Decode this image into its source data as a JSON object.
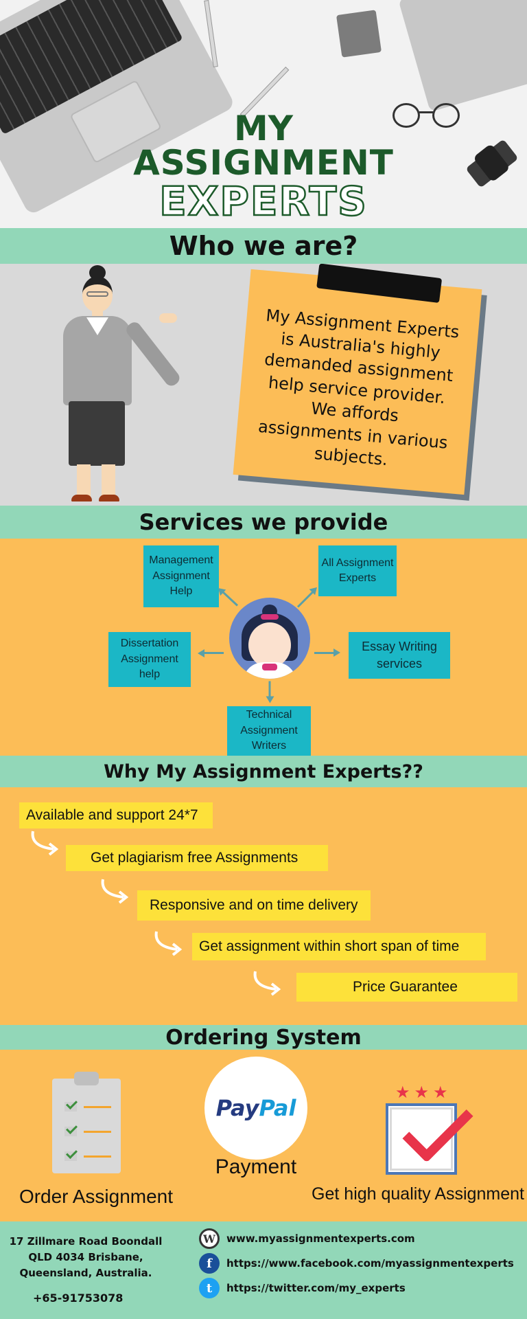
{
  "hero": {
    "logo_line1": "MY",
    "logo_line2": "ASSIGNMENT",
    "logo_line3": "EXPERTS"
  },
  "who": {
    "heading": "Who we are?",
    "note": "My Assignment Experts is Australia's highly demanded assignment help service provider. We affords assignments in various subjects."
  },
  "services": {
    "heading": "Services we provide",
    "items": [
      "Management Assignment Help",
      "All Assignment Experts",
      "Dissertation Assignment help",
      "Essay Writing services",
      "Technical Assignment Writers"
    ]
  },
  "why": {
    "heading": "Why My Assignment Experts??",
    "points": [
      "Available and support 24*7",
      "Get plagiarism free Assignments",
      "Responsive and on time delivery",
      "Get assignment within short span of time",
      "Price Guarantee"
    ]
  },
  "ordering": {
    "heading": "Ordering System",
    "step1": "Order Assignment",
    "paypal_a": "Pay",
    "paypal_b": "Pal",
    "step2": "Payment",
    "stars": "★★★",
    "step3": "Get high quality Assignment"
  },
  "footer": {
    "address": "17 Zillmare Road Boondall QLD 4034 Brisbane, Queensland, Australia.",
    "phone": "+65-91753078",
    "website": "www.myassignmentexperts.com",
    "facebook": "https://www.facebook.com/myassignmentexperts",
    "twitter": "https://twitter.com/my_experts",
    "icon_wp": "W",
    "icon_fb": "f",
    "icon_tw": "t"
  },
  "colors": {
    "band": "#92d7b8",
    "orange": "#fcbd57",
    "service_box": "#1bb7c6",
    "highlight": "#fde13a",
    "logo_green": "#1c5a2a"
  }
}
